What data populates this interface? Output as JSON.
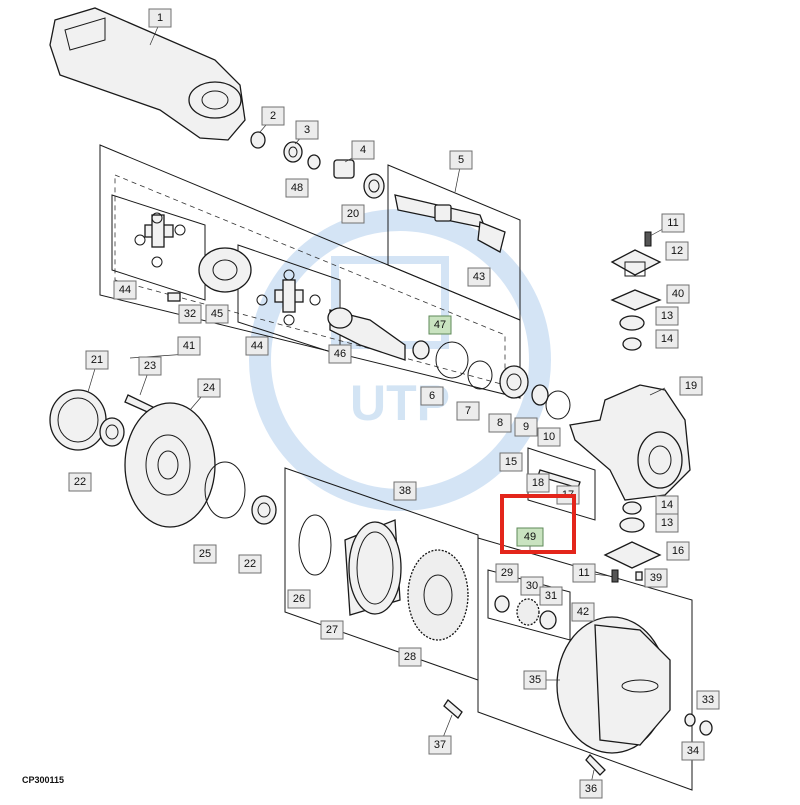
{
  "diagram": {
    "code": "CP300115",
    "highlighted_part": "49",
    "watermark_text": "UTP",
    "callouts": [
      {
        "id": "c1",
        "label": "1"
      },
      {
        "id": "c2",
        "label": "2"
      },
      {
        "id": "c3",
        "label": "3"
      },
      {
        "id": "c48",
        "label": "48"
      },
      {
        "id": "c4",
        "label": "4"
      },
      {
        "id": "c20",
        "label": "20"
      },
      {
        "id": "c5",
        "label": "5"
      },
      {
        "id": "c43",
        "label": "43"
      },
      {
        "id": "c44a",
        "label": "44"
      },
      {
        "id": "c32",
        "label": "32"
      },
      {
        "id": "c45",
        "label": "45"
      },
      {
        "id": "c44b",
        "label": "44"
      },
      {
        "id": "c47",
        "label": "47"
      },
      {
        "id": "c46",
        "label": "46"
      },
      {
        "id": "c41",
        "label": "41"
      },
      {
        "id": "c21",
        "label": "21"
      },
      {
        "id": "c23",
        "label": "23"
      },
      {
        "id": "c24",
        "label": "24"
      },
      {
        "id": "c6",
        "label": "6"
      },
      {
        "id": "c7",
        "label": "7"
      },
      {
        "id": "c8",
        "label": "8"
      },
      {
        "id": "c9",
        "label": "9"
      },
      {
        "id": "c10",
        "label": "10"
      },
      {
        "id": "c11a",
        "label": "11"
      },
      {
        "id": "c12",
        "label": "12"
      },
      {
        "id": "c40",
        "label": "40"
      },
      {
        "id": "c13a",
        "label": "13"
      },
      {
        "id": "c14a",
        "label": "14"
      },
      {
        "id": "c19",
        "label": "19"
      },
      {
        "id": "c15",
        "label": "15"
      },
      {
        "id": "c18",
        "label": "18"
      },
      {
        "id": "c17",
        "label": "17"
      },
      {
        "id": "c14b",
        "label": "14"
      },
      {
        "id": "c13b",
        "label": "13"
      },
      {
        "id": "c49",
        "label": "49"
      },
      {
        "id": "c16",
        "label": "16"
      },
      {
        "id": "c11b",
        "label": "11"
      },
      {
        "id": "c39",
        "label": "39"
      },
      {
        "id": "c22a",
        "label": "22"
      },
      {
        "id": "c25",
        "label": "25"
      },
      {
        "id": "c22b",
        "label": "22"
      },
      {
        "id": "c38",
        "label": "38"
      },
      {
        "id": "c26",
        "label": "26"
      },
      {
        "id": "c27",
        "label": "27"
      },
      {
        "id": "c28",
        "label": "28"
      },
      {
        "id": "c29",
        "label": "29"
      },
      {
        "id": "c30",
        "label": "30"
      },
      {
        "id": "c31",
        "label": "31"
      },
      {
        "id": "c42",
        "label": "42"
      },
      {
        "id": "c35",
        "label": "35"
      },
      {
        "id": "c33",
        "label": "33"
      },
      {
        "id": "c34",
        "label": "34"
      },
      {
        "id": "c37",
        "label": "37"
      },
      {
        "id": "c36",
        "label": "36"
      }
    ]
  }
}
